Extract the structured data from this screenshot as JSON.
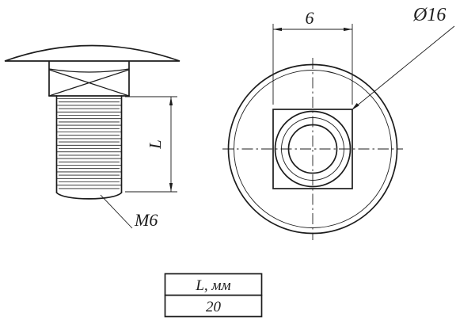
{
  "drawing": {
    "labels": {
      "diameter": "Ø16",
      "square_width": "6",
      "length": "L",
      "thread": "M6"
    },
    "table": {
      "header": "L, мм",
      "value": "20"
    },
    "colors": {
      "line": "#1c1c1c",
      "background": "#ffffff"
    }
  }
}
